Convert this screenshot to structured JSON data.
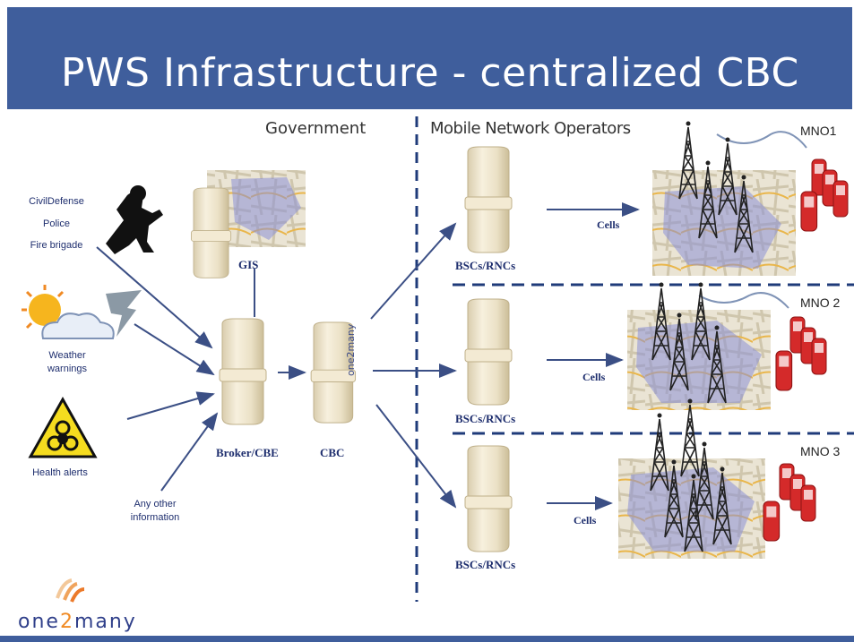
{
  "header": {
    "title": "PWS Infrastructure  - centralized CBC"
  },
  "sections": {
    "government": "Government",
    "mno": "Mobile Network Operators"
  },
  "sources": {
    "civil_defense": "CivilDefense",
    "police": "Police",
    "fire_brigade": "Fire brigade",
    "weather": "Weather\nwarnings",
    "health": "Health alerts",
    "other": "Any other\ninformation"
  },
  "nodes": {
    "gis": "GIS",
    "broker": "Broker/CBE",
    "cbc": "CBC",
    "cbc_brand": "one2many"
  },
  "operators": [
    {
      "name": "MNO1",
      "bsc_label": "BSCs/RNCs",
      "cells_label": "Cells"
    },
    {
      "name": "MNO 2",
      "bsc_label": "BSCs/RNCs",
      "cells_label": "Cells"
    },
    {
      "name": "MNO 3",
      "bsc_label": "BSCs/RNCs",
      "cells_label": "Cells"
    }
  ],
  "logo": {
    "part1": "one",
    "part2": "2",
    "part3": "many"
  },
  "colors": {
    "header": "#3f5e9c",
    "arrow": "#3b4f85",
    "server": "#efe6cf",
    "map_area": "#8a8fd6",
    "phone": "#d42a2a"
  }
}
